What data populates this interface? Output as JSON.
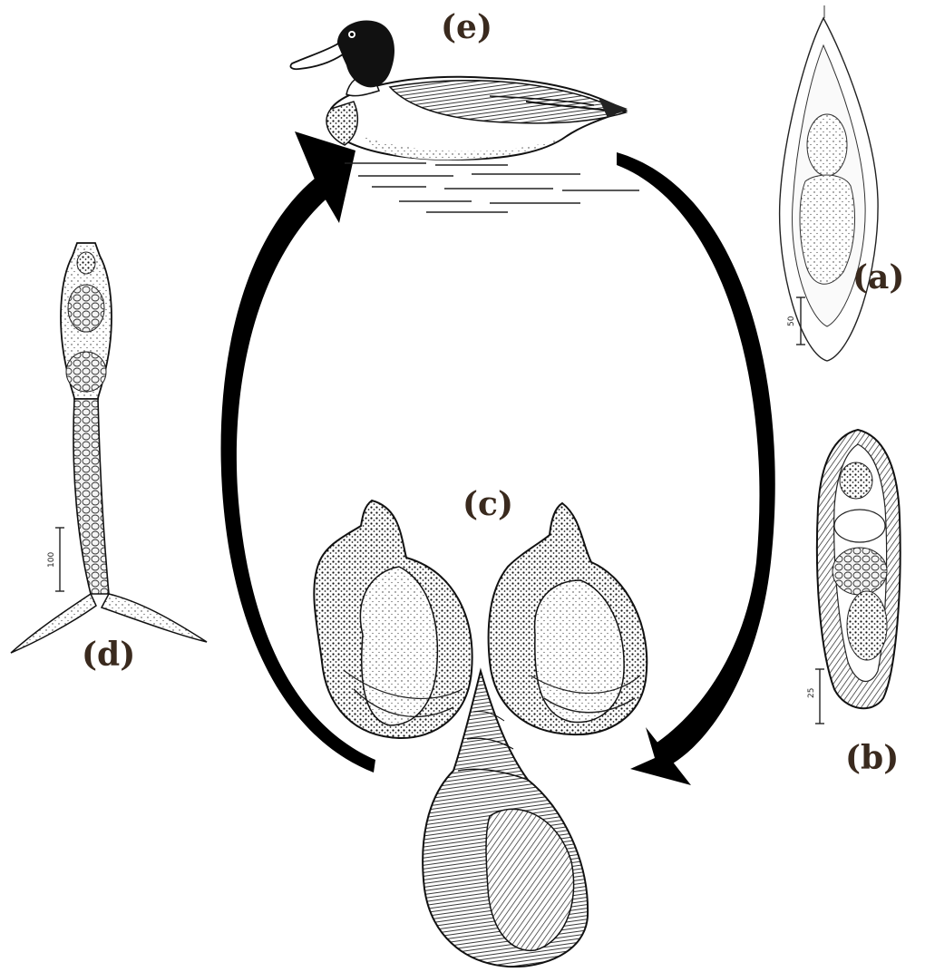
{
  "labels": {
    "a": "(a)",
    "b": "(b)",
    "c": "(c)",
    "d": "(d)",
    "e": "(e)"
  },
  "scale_bars": {
    "a": "50",
    "b": "25",
    "d": "100"
  },
  "icons": {
    "e": "duck-icon",
    "a": "egg-icon",
    "b": "miracidium-icon",
    "c": "snail-shells-icon",
    "d": "cercaria-icon"
  },
  "colors": {
    "ink": "#000000",
    "label": "#3a2a1e",
    "background": "#ffffff"
  }
}
